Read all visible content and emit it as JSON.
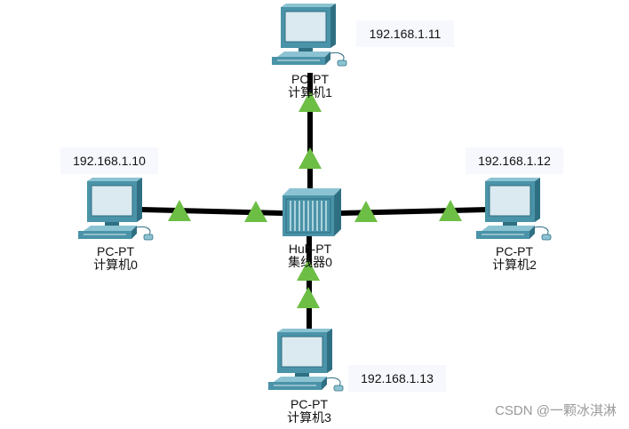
{
  "colors": {
    "link": "#000000",
    "link_indicator": "#6dbe45",
    "device_body": "#4a93a8",
    "device_dark": "#2f6f82",
    "device_light": "#8cc3d2",
    "screen": "#dbe9f0",
    "ip_box_bg": "#f7f8fd"
  },
  "hub": {
    "icon": "hub-icon",
    "model": "Hub-PT",
    "name": "集线器0"
  },
  "pcs": [
    {
      "id": "pc0",
      "icon": "pc-icon",
      "model": "PC-PT",
      "name": "计算机0",
      "ip": "192.168.1.10"
    },
    {
      "id": "pc1",
      "icon": "pc-icon",
      "model": "PC-PT",
      "name": "计算机1",
      "ip": "192.168.1.11"
    },
    {
      "id": "pc2",
      "icon": "pc-icon",
      "model": "PC-PT",
      "name": "计算机2",
      "ip": "192.168.1.12"
    },
    {
      "id": "pc3",
      "icon": "pc-icon",
      "model": "PC-PT",
      "name": "计算机3",
      "ip": "192.168.1.13"
    }
  ],
  "watermark": "CSDN @一颗冰淇淋"
}
